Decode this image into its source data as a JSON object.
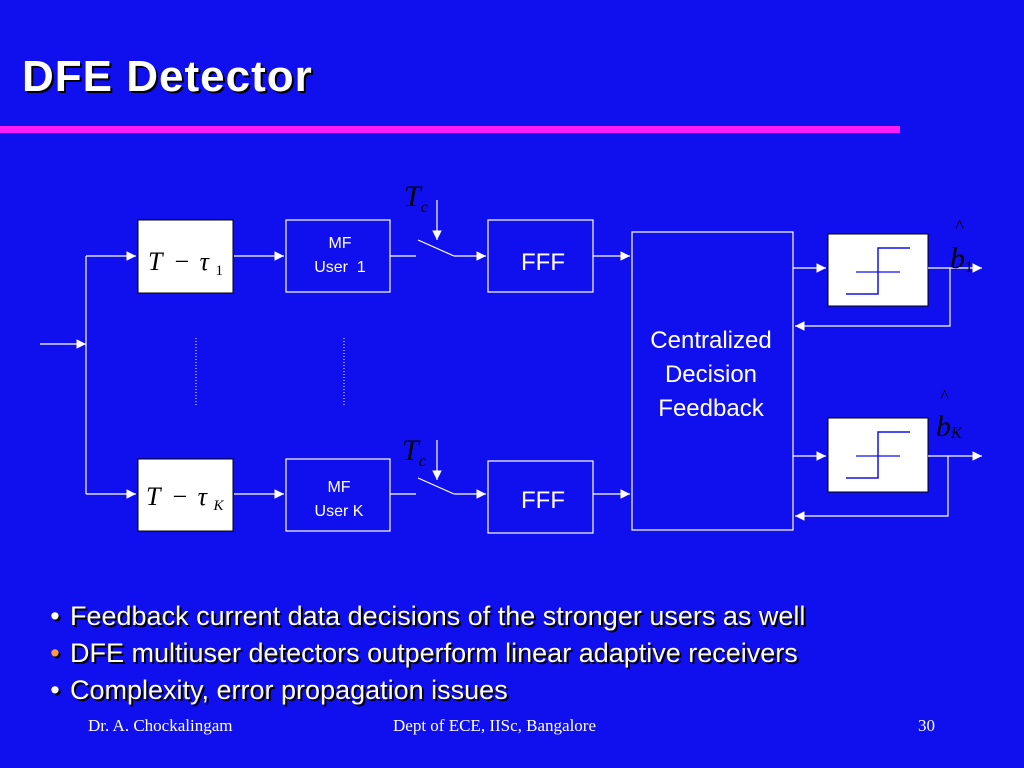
{
  "slide": {
    "title": "DFE Detector",
    "colors": {
      "background": "#1010ee",
      "rule": "#ff1aff",
      "bullet_highlight": "#ff9a3c"
    }
  },
  "diagram": {
    "delay_top": {
      "var": "T",
      "op": "−",
      "sym": "τ",
      "sub": "1"
    },
    "delay_bottom": {
      "var": "T",
      "op": "−",
      "sym": "τ",
      "sub": "K"
    },
    "mf_top": {
      "line1": "MF",
      "line2": "User  1"
    },
    "mf_bottom": {
      "line1": "MF",
      "line2": "User K"
    },
    "sampler_top": {
      "var": "T",
      "sub": "c"
    },
    "sampler_bottom": {
      "var": "T",
      "sub": "c"
    },
    "fff_top": "FFF",
    "fff_bottom": "FFF",
    "central": {
      "line1": "Centralized",
      "line2": "Decision",
      "line3": "Feedback"
    },
    "out_top": {
      "hat": "^",
      "var": "b",
      "sub": "1"
    },
    "out_bottom": {
      "hat": "^",
      "var": "b",
      "sub": "K"
    }
  },
  "bullets": [
    {
      "text": "Feedback current data decisions of the stronger users as well",
      "bullet": "•",
      "highlight": false
    },
    {
      "text": "DFE multiuser detectors outperform linear adaptive receivers",
      "bullet": "•",
      "highlight": true
    },
    {
      "text": "Complexity, error propagation issues",
      "bullet": "•",
      "highlight": false
    }
  ],
  "footer": {
    "left": "Dr. A. Chockalingam",
    "center": "Dept of ECE, IISc, Bangalore",
    "right": "30"
  }
}
